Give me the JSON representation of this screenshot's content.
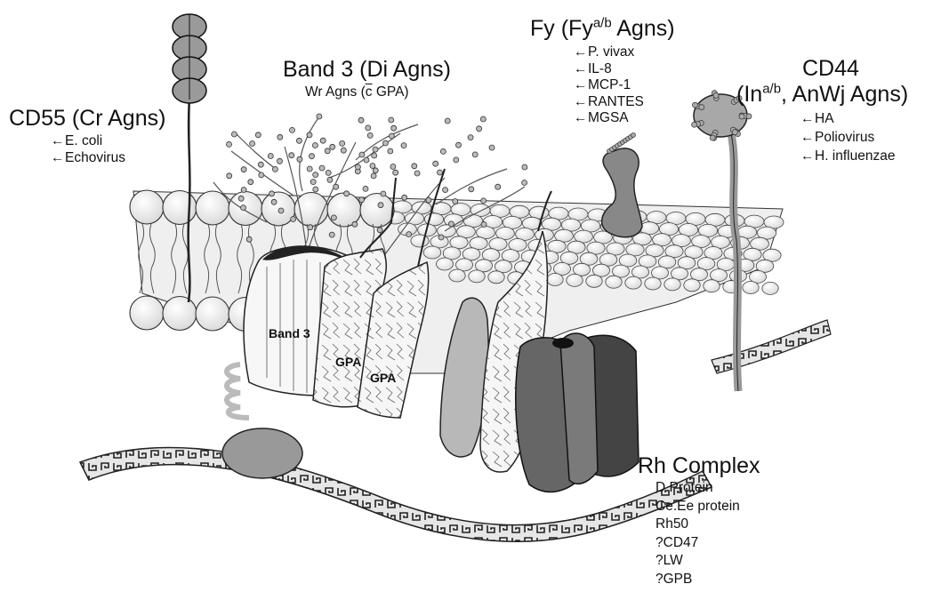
{
  "cd55": {
    "title": "CD55 (Cr Agns)",
    "ligands": [
      "E. coli",
      "Echovirus"
    ]
  },
  "band3_title": {
    "title": "Band 3 (Di Agns)",
    "subtitle_pre": "Wr Agns (",
    "subtitle_c": "c",
    "subtitle_post": " GPA)"
  },
  "fy": {
    "title_pre": "Fy (Fy",
    "title_sup": "a/b",
    "title_post": " Agns)",
    "ligands": [
      "P. vivax",
      "IL-8",
      "MCP-1",
      "RANTES",
      "MGSA"
    ]
  },
  "cd44": {
    "title": "CD44",
    "subtitle_pre": "(In",
    "subtitle_sup": "a/b",
    "subtitle_post": ", AnWj Agns)",
    "ligands": [
      "HA",
      "Poliovirus",
      "H. influenzae"
    ]
  },
  "inner_labels": {
    "band3": "Band 3",
    "gpa1": "GPA",
    "gpa2": "GPA"
  },
  "rh": {
    "title": "Rh Complex",
    "members": [
      "D Protein",
      "Ce.Ee protein",
      "Rh50",
      "?CD47",
      "?LW",
      "?GPB"
    ]
  },
  "arrow_glyph": "←"
}
